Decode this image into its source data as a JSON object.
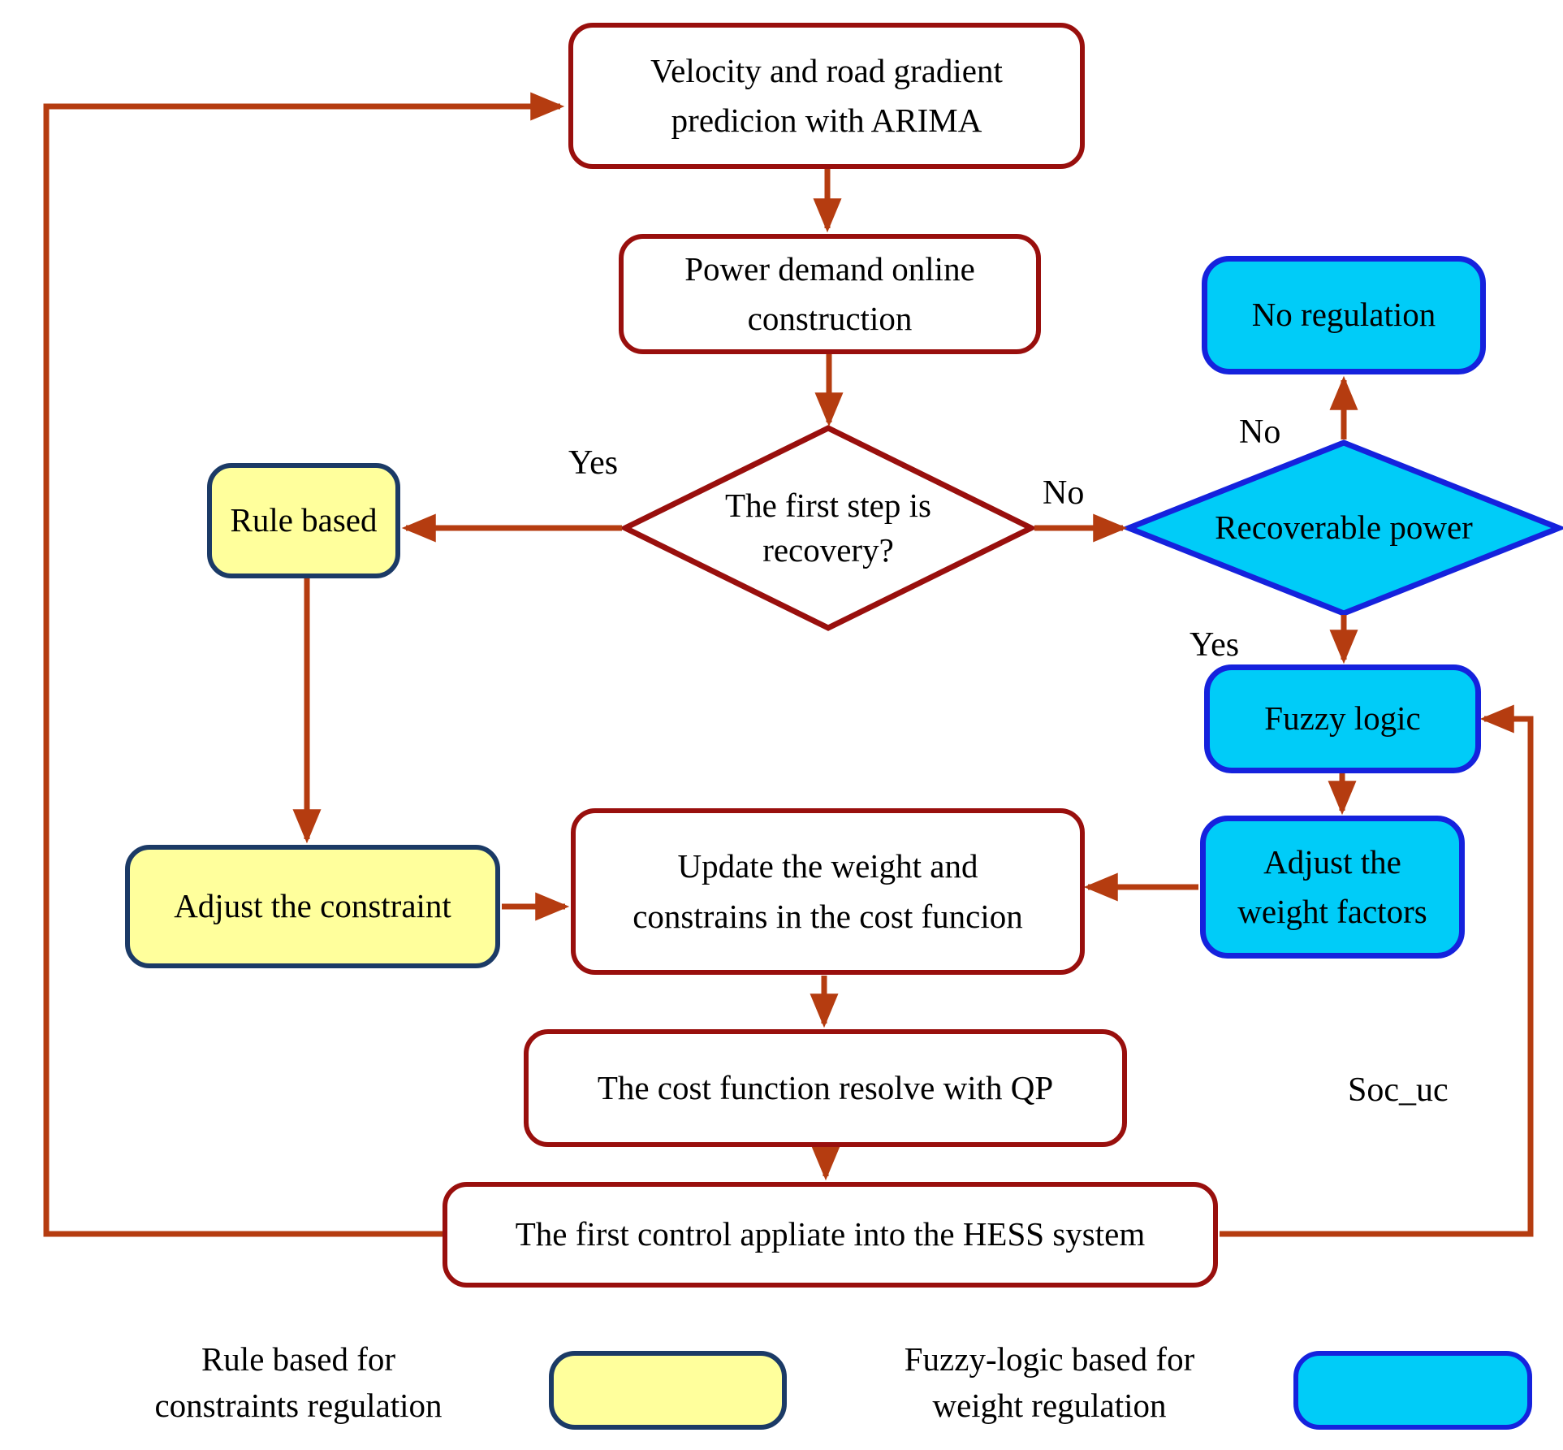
{
  "nodes": {
    "velocity": {
      "lines": [
        "Velocity and road gradient",
        "predicion with ARIMA"
      ]
    },
    "power": {
      "lines": [
        "Power demand online",
        "construction"
      ]
    },
    "first_step_recovery": {
      "lines": [
        "The first step is",
        "recovery?"
      ]
    },
    "rule_based": {
      "lines": [
        "Rule based"
      ]
    },
    "recoverable_power": {
      "lines": [
        "Recoverable power"
      ]
    },
    "no_regulation": {
      "lines": [
        "No regulation"
      ]
    },
    "fuzzy_logic": {
      "lines": [
        "Fuzzy logic"
      ]
    },
    "adjust_weight": {
      "lines": [
        "Adjust the",
        "weight factors"
      ]
    },
    "adjust_constraint": {
      "lines": [
        "Adjust the constraint"
      ]
    },
    "update_weights": {
      "lines": [
        "Update the weight and",
        "constrains in the cost funcion"
      ]
    },
    "qp": {
      "lines": [
        "The cost function resolve with QP"
      ]
    },
    "hess": {
      "lines": [
        "The first control appliate into the HESS system"
      ]
    }
  },
  "edge_labels": {
    "yes_left": "Yes",
    "no_right": "No",
    "no_up": "No",
    "yes_down": "Yes",
    "soc_uc": "Soc_uc"
  },
  "legend": {
    "rule": {
      "lines": [
        "Rule based for",
        "constraints regulation"
      ]
    },
    "fuzzy": {
      "lines": [
        "Fuzzy-logic based for",
        "weight regulation"
      ]
    }
  },
  "colors": {
    "red_border": "#990f0d",
    "arrow": "#b53c10",
    "cyan_fill": "#00ccf8",
    "blue_border": "#1522dd",
    "yellow_fill": "#ffff9c",
    "navy_border": "#1b3a66",
    "text": "#000000"
  }
}
